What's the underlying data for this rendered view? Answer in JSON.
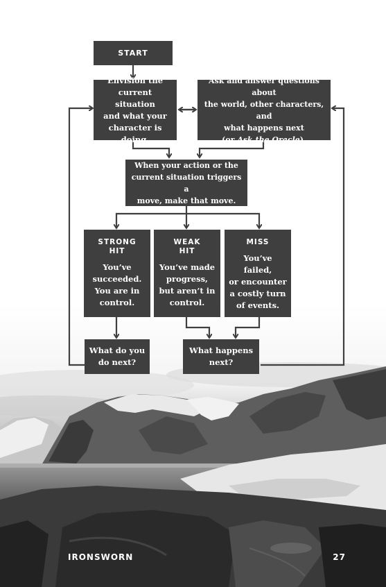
{
  "flowchart": {
    "start": "START",
    "envision": [
      "Envision the",
      "current situation",
      "and what your",
      "character is doing."
    ],
    "ask": {
      "lines": [
        "Ask and answer questions about",
        "the world, other characters, and",
        "what happens next"
      ],
      "last_prefix": "(or ",
      "last_italic": "Ask the Oracle",
      "last_suffix": ")."
    },
    "trigger": [
      "When your action or the",
      "current situation triggers a",
      "move, make that move."
    ],
    "strong_hit": {
      "title": [
        "STRONG",
        "HIT"
      ],
      "body": [
        "You’ve",
        "succeeded.",
        "You are in",
        "control."
      ]
    },
    "weak_hit": {
      "title": [
        "WEAK",
        "HIT"
      ],
      "body": [
        "You’ve made",
        "progress,",
        "but aren’t in",
        "control."
      ]
    },
    "miss": {
      "title": [
        "MISS"
      ],
      "body": [
        "You’ve failed,",
        "or encounter",
        "a costly turn",
        "of events."
      ]
    },
    "do_next": [
      "What do you",
      "do next?"
    ],
    "happens_next": [
      "What happens",
      "next?"
    ]
  },
  "footer": {
    "book_title": "IRONSWORN",
    "page_number": "27"
  },
  "colors": {
    "box": "#3f3f3f",
    "text": "#ffffff",
    "arrow": "#3f3f3f"
  }
}
